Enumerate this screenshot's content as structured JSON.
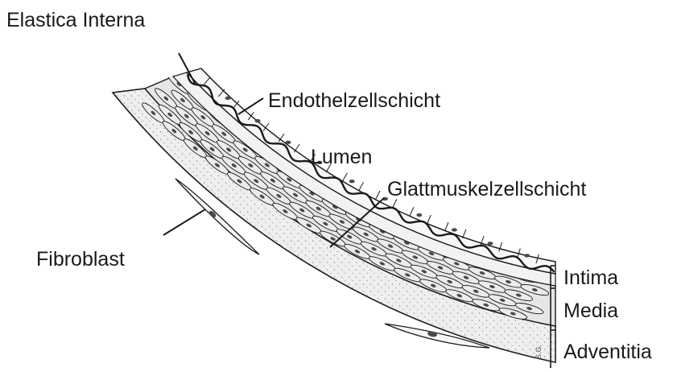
{
  "labels": {
    "elastica_interna": "Elastica Interna",
    "endothel": "Endothelzellschicht",
    "lumen": "Lumen",
    "glattmuskel": "Glattmuskelzellschicht",
    "fibroblast": "Fibroblast",
    "intima": "Intima",
    "media": "Media",
    "adventitia": "Adventitia",
    "signature": "S.G."
  },
  "colors": {
    "line": "#1a1a1a",
    "cell_fill": "#f1f1f1",
    "muscle_fill": "#e4e4e4",
    "nucleus": "#4a4a4a",
    "adventitia_fill": "#eeeeee",
    "stipple": "#8a8a8a"
  }
}
